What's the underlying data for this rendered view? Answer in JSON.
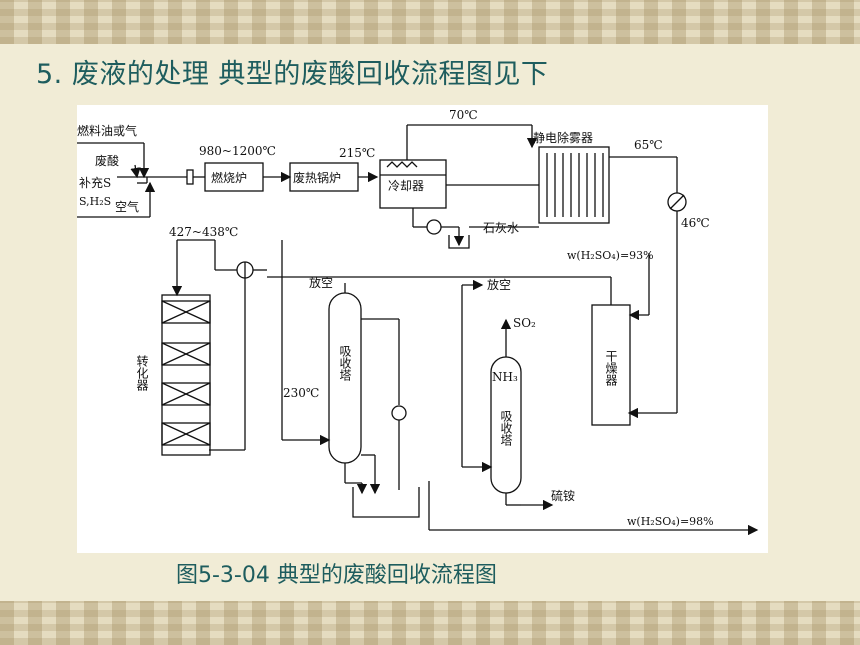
{
  "slide": {
    "title": "5. 废液的处理   典型的废酸回收流程图见下",
    "caption": "图5-3-04 典型的废酸回收流程图"
  },
  "diagram": {
    "inputs": {
      "fuel": "燃料油或气",
      "waste_acid": "废酸",
      "supplement_s": "补充S",
      "s_h2s": "S,H₂S",
      "air": "空气"
    },
    "equipment": {
      "furnace": "燃烧炉",
      "waste_heat_boiler": "废热锅炉",
      "cooler": "冷却器",
      "electrostatic_demister": "静电除雾器",
      "converter": "转化器",
      "absorber_1": "吸收塔",
      "absorber_2": "吸收塔",
      "dryer": "干燥器"
    },
    "temperatures": {
      "furnace_range": "980~1200℃",
      "boiler_out": "215℃",
      "top_line": "70℃",
      "demister_out": "65℃",
      "after_exchanger": "46℃",
      "converter_in": "427~438℃",
      "absorber_in": "230℃"
    },
    "streams": {
      "lime_water": "石灰水",
      "vent_1": "放空",
      "vent_2": "放空",
      "so2": "SO₂",
      "nh3": "NH₃",
      "ammonium_sulfate": "硫铵",
      "acid_93": "w(H₂SO₄)=93%",
      "acid_98": "w(H₂SO₄)=98%"
    }
  }
}
